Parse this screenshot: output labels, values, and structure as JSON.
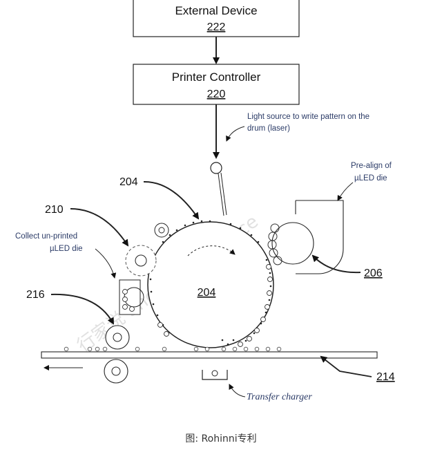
{
  "blocks": {
    "external_device": {
      "title": "External Device",
      "number": "222"
    },
    "printer_controller": {
      "title": "Printer Controller",
      "number": "220"
    }
  },
  "refs": {
    "r204_top": "204",
    "r204_center": "204",
    "r210": "210",
    "r216": "216",
    "r206": "206",
    "r214": "214"
  },
  "notes": {
    "light_source_line1": "Light source to write pattern on the",
    "light_source_line2": "drum (laser)",
    "prealign_line1": "Pre-align of",
    "prealign_line2": "µLED  die",
    "collect_line1": "Collect un-printed",
    "collect_line2": "µLED  die",
    "transfer_charger": "Transfer charger"
  },
  "watermark": "行家说 Snow Intelligence",
  "caption": "图: Rohinni专利"
}
